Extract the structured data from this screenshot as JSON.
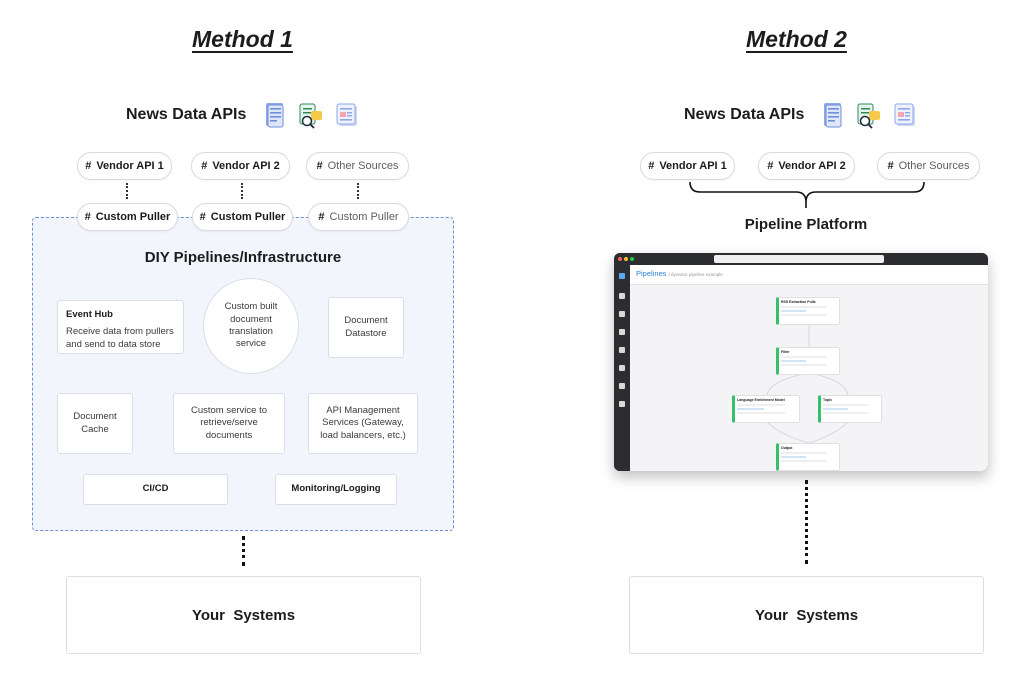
{
  "method1": {
    "title": "Method 1",
    "news_apis_label": "News Data APIs",
    "sources": [
      {
        "hash": "#",
        "label": "Vendor API 1"
      },
      {
        "hash": "#",
        "label": "Vendor API 2"
      },
      {
        "hash": "#",
        "label": "Other Sources"
      }
    ],
    "pullers": [
      {
        "hash": "#",
        "label": "Custom Puller"
      },
      {
        "hash": "#",
        "label": "Custom Puller"
      },
      {
        "hash": "#",
        "label": "Custom Puller"
      }
    ],
    "diy_title": "DIY Pipelines/Infrastructure",
    "event_hub": {
      "title": "Event Hub",
      "text": "Receive data from pullers and send to data store"
    },
    "translation_service": "Custom built document translation service",
    "document_datastore": "Document Datastore",
    "document_cache": "Document Cache",
    "retrieve_service": "Custom service to retrieve/serve documents",
    "api_management": "API Management Services (Gateway, load balancers, etc.)",
    "cicd": "CI/CD",
    "monitoring": "Monitoring/Logging",
    "your_systems": "Your  Systems"
  },
  "method2": {
    "title": "Method 2",
    "news_apis_label": "News Data APIs",
    "sources": [
      {
        "hash": "#",
        "label": "Vendor API 1"
      },
      {
        "hash": "#",
        "label": "Vendor API 2"
      },
      {
        "hash": "#",
        "label": "Other Sources"
      }
    ],
    "platform_title": "Pipeline Platform",
    "screenshot": {
      "header_title": "Pipelines",
      "header_sub": "/ dynamic pipeline example",
      "nodes": [
        {
          "name": "RSS Extraction Pulls"
        },
        {
          "name": "Filter"
        },
        {
          "name": "Language Enrichment Model"
        },
        {
          "name": "Topic"
        },
        {
          "name": "Output"
        }
      ]
    },
    "your_systems": "Your  Systems"
  },
  "colors": {
    "accent_blue": "#6f8fd8",
    "diy_background": "#f3f5fd",
    "node_green": "#35c16b",
    "link_blue": "#2f7fd8"
  },
  "icons": [
    "newspaper-icon",
    "document-search-icon",
    "chat-document-icon"
  ]
}
